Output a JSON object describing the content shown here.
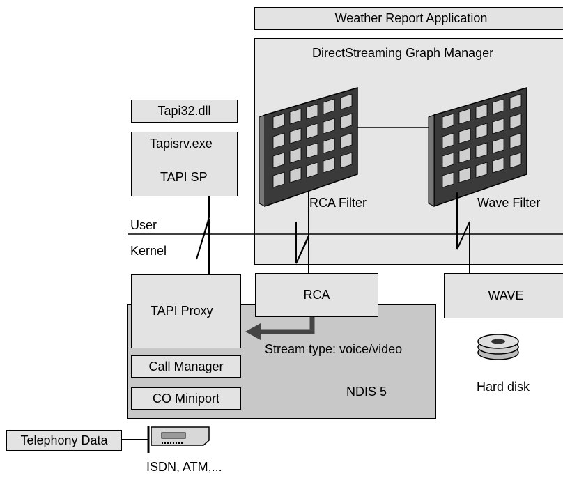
{
  "labels": {
    "weather_app": "Weather Report Application",
    "graph_manager": "DirectStreaming Graph Manager",
    "tapi32": "Tapi32.dll",
    "tapisrv": "Tapisrv.exe",
    "tapi_sp": "TAPI SP",
    "rca_filter": "RCA Filter",
    "wave_filter": "Wave Filter",
    "user": "User",
    "kernel": "Kernel",
    "tapi_proxy": "TAPI Proxy",
    "rca": "RCA",
    "wave": "WAVE",
    "stream_type": "Stream type: voice/video",
    "call_manager": "Call Manager",
    "co_miniport": "CO Miniport",
    "ndis": "NDIS 5",
    "hard_disk": "Hard disk",
    "telephony_data": "Telephony Data",
    "isdn": "ISDN, ATM,..."
  }
}
